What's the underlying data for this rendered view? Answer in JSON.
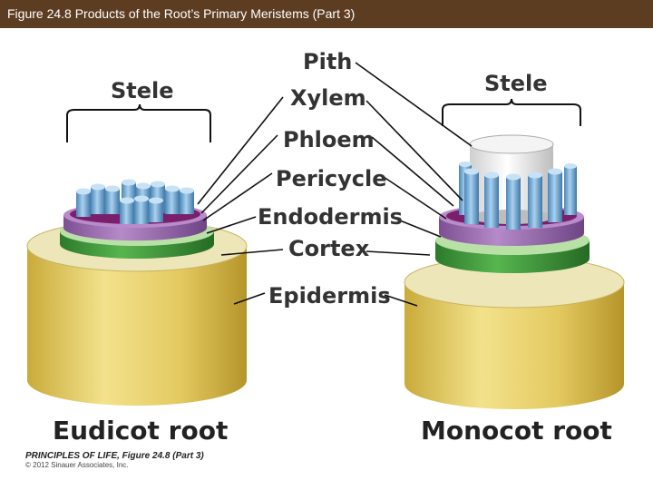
{
  "header": {
    "title": "Figure 24.8  Products of the Root’s Primary Meristems (Part 3)"
  },
  "labels": {
    "pith": "Pith",
    "xylem": "Xylem",
    "phloem": "Phloem",
    "pericycle": "Pericycle",
    "endodermis": "Endodermis",
    "cortex": "Cortex",
    "epidermis": "Epidermis",
    "stele_left": "Stele",
    "stele_right": "Stele"
  },
  "captions": {
    "eudicot": "Eudicot root",
    "monocot": "Monocot root"
  },
  "credit": {
    "line1": "PRINCIPLES OF LIFE, Figure 24.8 (Part 3)",
    "line2": "© 2012 Sinauer Associates, Inc."
  },
  "colors": {
    "title_bar": "#5c3d22",
    "epidermis": "#e8d26a",
    "cortex": "#3f9a3c",
    "endodermis": "#9a6fb0",
    "pericycle": "#c089c8",
    "xylem": "#6fa9d6",
    "pith": "#e4e4e4"
  }
}
